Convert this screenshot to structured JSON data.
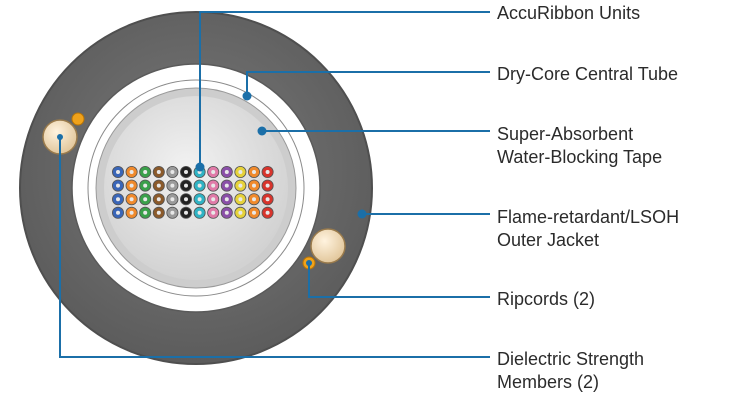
{
  "labels": {
    "ribbon_units": [
      "AccuRibbon Units"
    ],
    "central_tube": [
      "Dry-Core Central Tube"
    ],
    "water_blocking_tape": [
      "Super-Absorbent",
      "Water-Blocking Tape"
    ],
    "outer_jacket": [
      "Flame-retardant/LSOH",
      "Outer Jacket"
    ],
    "ripcords": [
      "Ripcords (2)"
    ],
    "strength_members": [
      "Dielectric Strength",
      "Members (2)"
    ]
  },
  "colors": {
    "leader_line": "#1b6fa8",
    "jacket": "#707070",
    "tube_ring": "#ffffff",
    "tape": "#c9c9c9",
    "core": "#e6e6e6",
    "strength_member": "#f2dcb8",
    "ripcord": "#f0a21a",
    "fiber_colors": [
      "#3a66b8",
      "#f08a2c",
      "#3aa04a",
      "#8b5a2b",
      "#9a9a9a",
      "#ffffff",
      "#d8342c",
      "#222222",
      "#e6d23a",
      "#8a4fa8",
      "#e07aa8",
      "#2fb3c4"
    ]
  },
  "fiber_rows": [
    [
      "#3a66b8",
      "#f08a2c",
      "#3aa04a",
      "#8b5a2b",
      "#9a9a9a",
      "#222222",
      "#2fb3c4",
      "#e07aa8",
      "#8a4fa8",
      "#e6d23a",
      "#f08a2c",
      "#d8342c"
    ],
    [
      "#3a66b8",
      "#f08a2c",
      "#3aa04a",
      "#8b5a2b",
      "#9a9a9a",
      "#222222",
      "#2fb3c4",
      "#e07aa8",
      "#8a4fa8",
      "#e6d23a",
      "#f08a2c",
      "#d8342c"
    ],
    [
      "#3a66b8",
      "#f08a2c",
      "#3aa04a",
      "#8b5a2b",
      "#9a9a9a",
      "#222222",
      "#2fb3c4",
      "#e07aa8",
      "#8a4fa8",
      "#e6d23a",
      "#f08a2c",
      "#d8342c"
    ],
    [
      "#3a66b8",
      "#f08a2c",
      "#3aa04a",
      "#8b5a2b",
      "#9a9a9a",
      "#222222",
      "#2fb3c4",
      "#e07aa8",
      "#8a4fa8",
      "#e6d23a",
      "#f08a2c",
      "#d8342c"
    ]
  ]
}
